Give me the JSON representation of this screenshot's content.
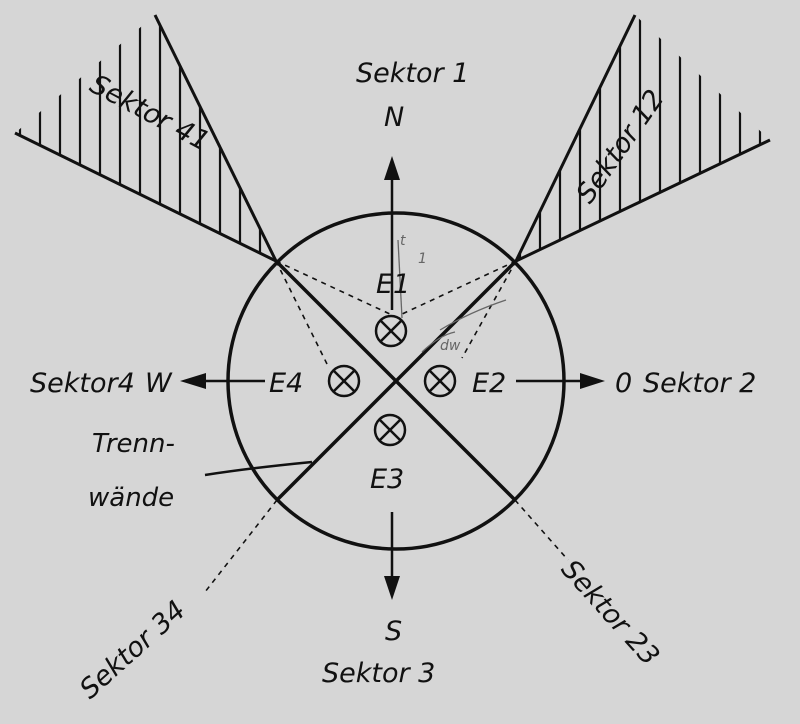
{
  "colors": {
    "background": "#d6d6d6",
    "ink": "#111111",
    "pencil": "#666666"
  },
  "sectors": {
    "s1": "Sektor 1",
    "s2": "Sektor 2",
    "s3": "Sektor 3",
    "s4": "Sektor4",
    "s12": "Sektor 12",
    "s23": "Sektor 23",
    "s34": "Sektor  34",
    "s41": "Sektor 41"
  },
  "directions": {
    "north": "N",
    "east": "0",
    "south": "S",
    "west": "W"
  },
  "elements": {
    "e1": "E1",
    "e2": "E2",
    "e3": "E3",
    "e4": "E4"
  },
  "partition_label": {
    "line1": "Trenn-",
    "line2": "wände"
  },
  "annotations": {
    "angle_t": "t",
    "superscript": "1",
    "dw": "dw"
  }
}
